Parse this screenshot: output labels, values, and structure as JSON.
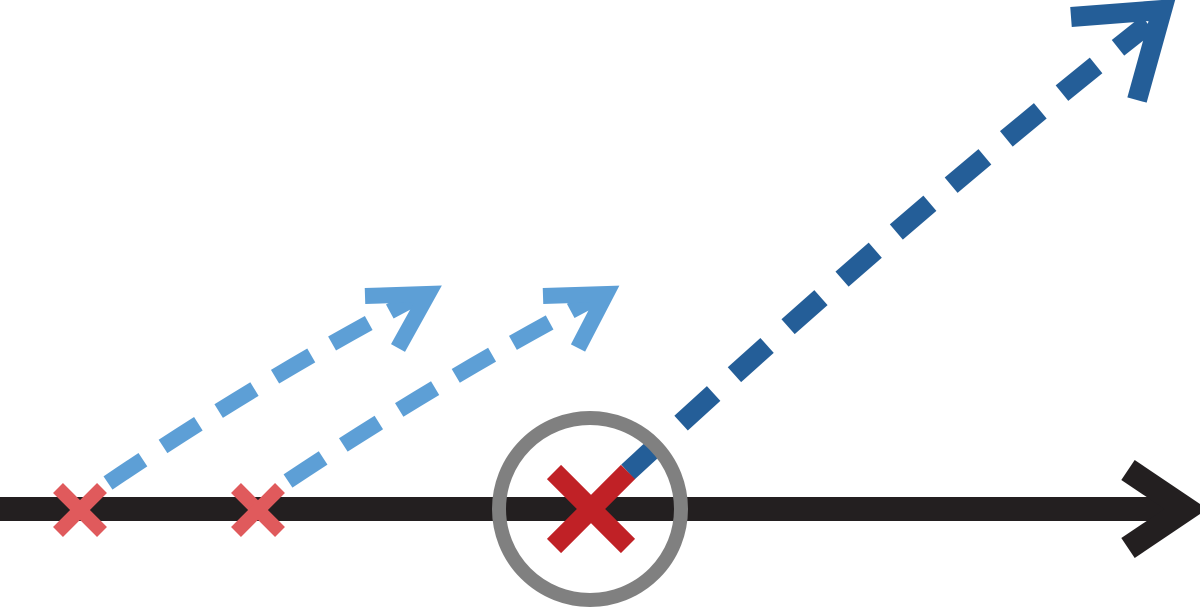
{
  "colors": {
    "background": "#ffffff",
    "timeline": "#231f20",
    "minor_marker": "#e05a5c",
    "major_marker": "#c02126",
    "highlight_ring": "#808080",
    "minor_arrow": "#5d9fd6",
    "major_arrow": "#245e98"
  },
  "elements": {
    "timeline": "horizontal-axis-arrow",
    "minor_markers": [
      "x-mark-icon",
      "x-mark-icon"
    ],
    "major_marker": "x-mark-icon",
    "highlight": "circle-ring",
    "minor_arrows": [
      "dashed-arrow",
      "dashed-arrow"
    ],
    "major_arrow": "dashed-arrow"
  }
}
